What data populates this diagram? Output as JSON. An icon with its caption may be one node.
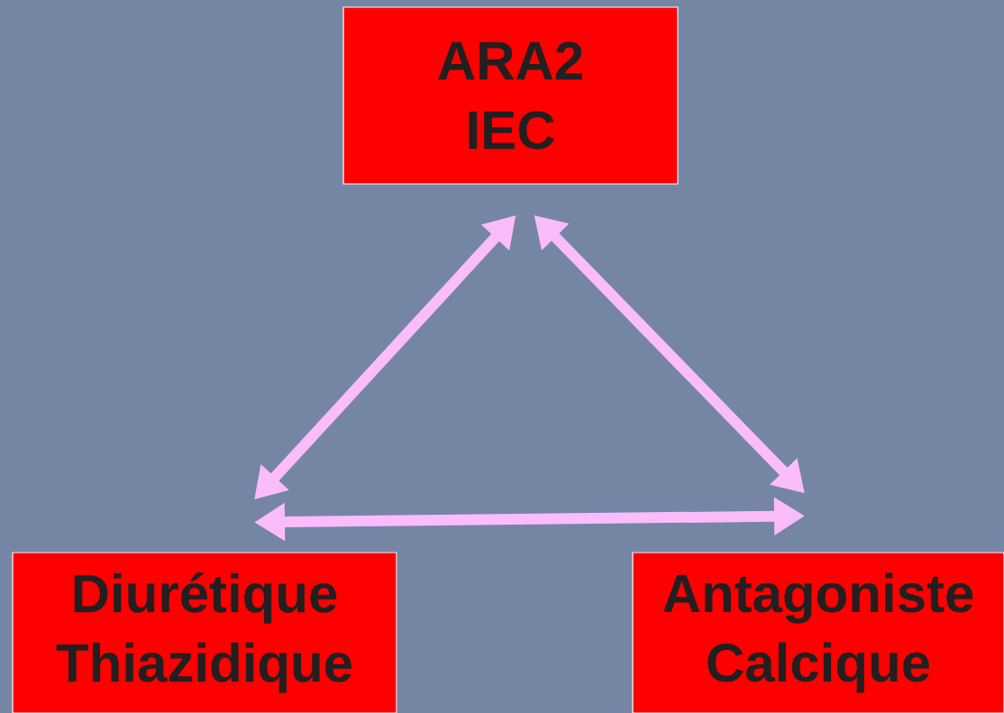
{
  "diagram": {
    "nodes": [
      {
        "text": [
          "ARA2 IEC"
        ]
      },
      {
        "text": [
          "Diurétique Thiazidique"
        ]
      },
      {
        "text": [
          "Antagoniste Calcique"
        ]
      }
    ],
    "edges": [
      {
        "from": 0,
        "to": 1,
        "arrow": "both"
      },
      {
        "from": 0,
        "to": 2,
        "arrow": "both"
      },
      {
        "from": 1,
        "to": 2,
        "arrow": "both"
      }
    ]
  }
}
